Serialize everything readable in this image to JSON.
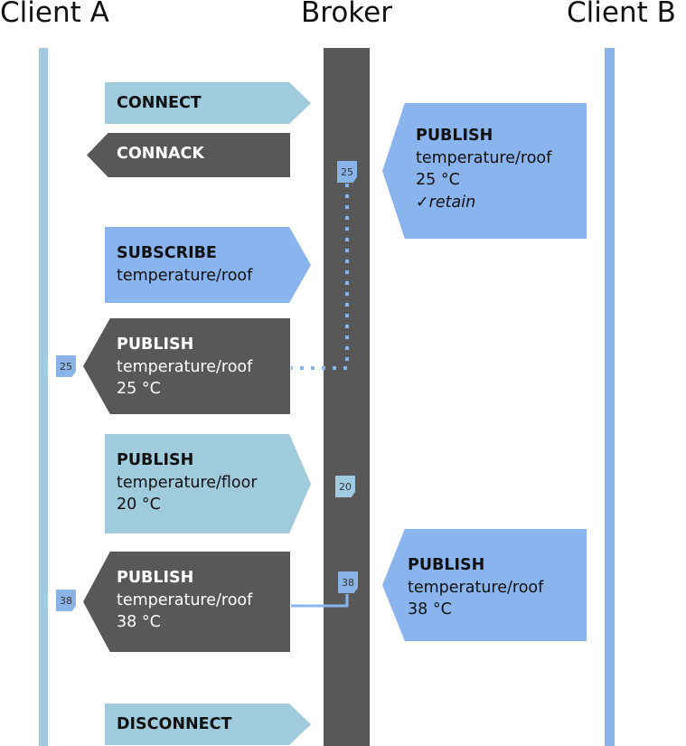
{
  "headers": {
    "client_a": "Client A",
    "broker": "Broker",
    "client_b": "Client B"
  },
  "colors": {
    "client_a_lane": "#a0cbe0",
    "broker_lane": "#585858",
    "client_b_lane": "#8ab4ee",
    "light_message": "#a0cbdd",
    "dark_message": "#585858",
    "blue_message": "#8ab4ee",
    "tag": "#8ab4e8"
  },
  "messages": {
    "connect": {
      "title": "CONNECT"
    },
    "connack": {
      "title": "CONNACK"
    },
    "subscribe": {
      "title": "SUBSCRIBE",
      "line1": "temperature/roof"
    },
    "publish_retained_b": {
      "title": "PUBLISH",
      "line1": "temperature/roof",
      "line2": "25 °C",
      "line3": "✓retain"
    },
    "publish_to_a_25": {
      "title": "PUBLISH",
      "line1": "temperature/roof",
      "line2": "25 °C"
    },
    "publish_floor": {
      "title": "PUBLISH",
      "line1": "temperature/floor",
      "line2": "20 °C"
    },
    "publish_to_a_38": {
      "title": "PUBLISH",
      "line1": "temperature/roof",
      "line2": "38 °C"
    },
    "publish_from_b_38": {
      "title": "PUBLISH",
      "line1": "temperature/roof",
      "line2": "38 °C"
    },
    "disconnect": {
      "title": "DISCONNECT"
    }
  },
  "tags": {
    "broker_25": "25",
    "client_a_25": "25",
    "broker_20": "20",
    "broker_38": "38",
    "client_a_38": "38"
  }
}
